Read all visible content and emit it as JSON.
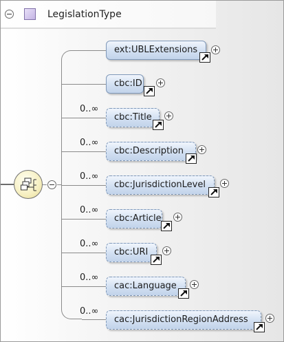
{
  "type_name": "LegislationType",
  "colors": {
    "element_fill": "#d2e0f2",
    "element_border": "#7f98b8",
    "sequence_fill": "#f6efc0",
    "connector": "#8a8a8a"
  },
  "icons": {
    "collapse": "minus-circle-icon",
    "expand": "plus-circle-icon",
    "type": "complex-type-icon",
    "sequence": "sequence-compositor-icon",
    "reference": "reference-arrow-icon"
  },
  "elements": [
    {
      "name": "ext:UBLExtensions",
      "cardinality": ""
    },
    {
      "name": "cbc:ID",
      "cardinality": ""
    },
    {
      "name": "cbc:Title",
      "cardinality": "0..∞"
    },
    {
      "name": "cbc:Description",
      "cardinality": "0..∞"
    },
    {
      "name": "cbc:JurisdictionLevel",
      "cardinality": "0..∞"
    },
    {
      "name": "cbc:Article",
      "cardinality": "0..∞"
    },
    {
      "name": "cbc:URI",
      "cardinality": "0..∞"
    },
    {
      "name": "cac:Language",
      "cardinality": "0..∞"
    },
    {
      "name": "cac:JurisdictionRegionAddress",
      "cardinality": "0..∞"
    }
  ]
}
